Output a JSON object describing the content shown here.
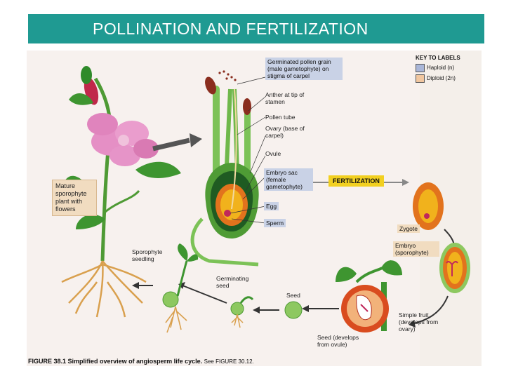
{
  "header": {
    "title": "POLLINATION AND FERTILIZATION"
  },
  "key": {
    "title": "KEY TO LABELS",
    "haploid": "Haploid (n)",
    "diploid": "Diploid (2n)",
    "haploid_color": "#a9b6d8",
    "diploid_color": "#f1c7a0"
  },
  "labels": {
    "germinated_pollen": "Germinated pollen grain (male gametophyte) on stigma of carpel",
    "anther": "Anther at tip of stamen",
    "pollen_tube": "Pollen tube",
    "ovary": "Ovary (base of carpel)",
    "ovule": "Ovule",
    "embryo_sac": "Embryo sac (female gametophyte)",
    "egg": "Egg",
    "sperm": "Sperm",
    "fertilization": "FERTILIZATION",
    "zygote": "Zygote",
    "embryo": "Embryo (sporophyte)",
    "simple_fruit": "Simple fruit (develops from ovary)",
    "seed_develops": "Seed (develops from ovule)",
    "seed": "Seed",
    "germinating_seed": "Germinating seed",
    "sporophyte_seedling": "Sporophyte seedling",
    "mature_sporophyte": "Mature sporophyte plant with flowers"
  },
  "caption": {
    "figure_no": "FIGURE 38.1",
    "text": "Simplified overview of angiosperm life cycle.",
    "see": "See FIGURE 30.12."
  },
  "colors": {
    "title_bar": "#1f9a92",
    "stem_green": "#5cae3c",
    "petal_pink": "#e58fc5",
    "fruit_orange": "#e2731d",
    "fert_yellow": "#f2d020"
  }
}
